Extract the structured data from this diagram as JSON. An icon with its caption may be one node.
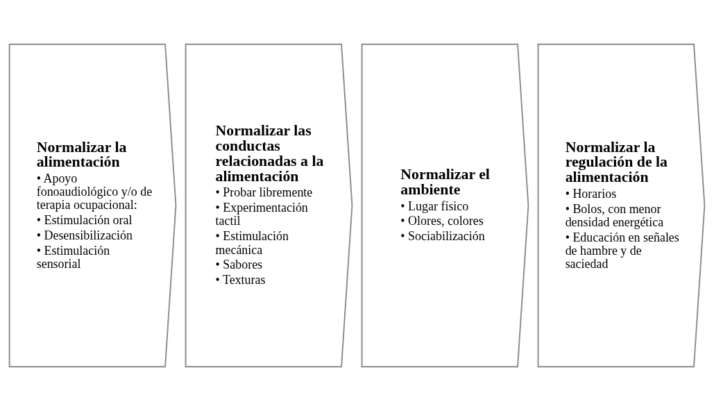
{
  "diagram": {
    "nodes": [
      {
        "text": [
          "Normalizar la alimentación",
          "• Apoyo fonoaudiológico y/o de terapia ocupacional:",
          "• Estimulación oral",
          "• Desensibilización",
          "• Estimulación sensorial"
        ]
      },
      {
        "text": [
          "Normalizar las conductas relacionadas a la alimentación",
          "• Probar libremente",
          "• Experimentación tactil",
          "• Estimulación mecánica",
          "• Sabores",
          "• Texturas"
        ]
      },
      {
        "text": [
          "Normalizar el ambiente",
          "• Lugar físico",
          "• Olores, colores",
          "• Sociabilización"
        ]
      },
      {
        "text": [
          "Normalizar la regulación de la alimentación",
          "• Horarios",
          "• Bolos, con menor densidad energética",
          "• Educación en señales de hambre y de saciedad"
        ]
      }
    ]
  }
}
